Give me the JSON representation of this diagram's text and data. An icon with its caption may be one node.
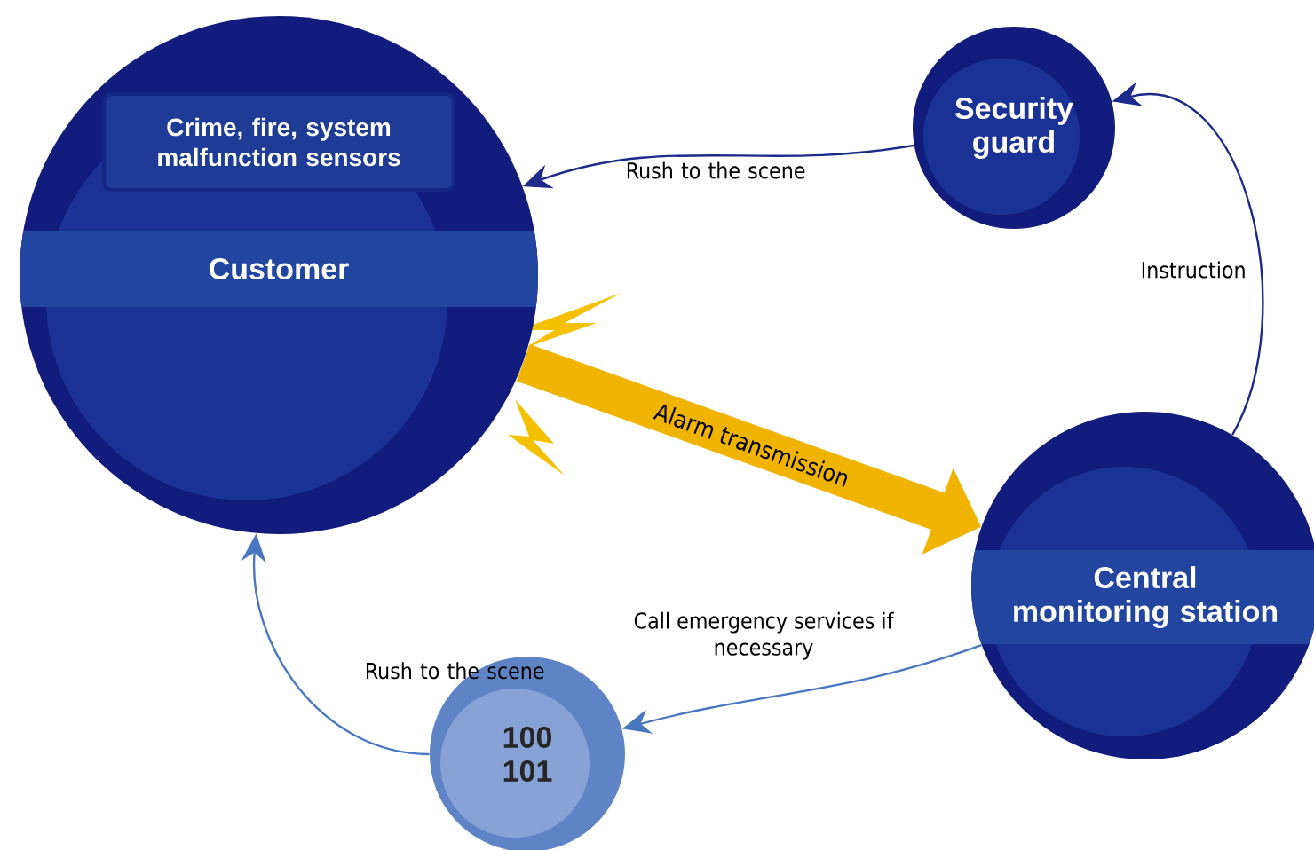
{
  "diagram": {
    "nodes": [
      {
        "text": [
          "Customer"
        ]
      },
      {
        "text": [
          "Crime, fire, system malfunction sensors"
        ],
        "in": 0
      },
      {
        "text": [
          "Security guard"
        ]
      },
      {
        "text": [
          "Central monitoring station"
        ]
      },
      {
        "text": [
          "100 101"
        ]
      }
    ],
    "edges": [
      {
        "from": 0,
        "to": 3,
        "arrow": "to",
        "label": "Alarm transmission",
        "style": "thick",
        "color": "#f0b400"
      },
      {
        "from": 3,
        "to": 2,
        "arrow": "to",
        "label": "Instruction",
        "color": "#1e2a8a"
      },
      {
        "from": 2,
        "to": 0,
        "arrow": "to",
        "label": "Rush to the scene",
        "color": "#1e2a8a"
      },
      {
        "from": 3,
        "to": 4,
        "arrow": "to",
        "label": "Call emergency services if necessary",
        "color": "#4a78c0"
      },
      {
        "from": 4,
        "to": 0,
        "arrow": "to",
        "label": "Rush to the scene",
        "color": "#4a78c0"
      }
    ]
  }
}
